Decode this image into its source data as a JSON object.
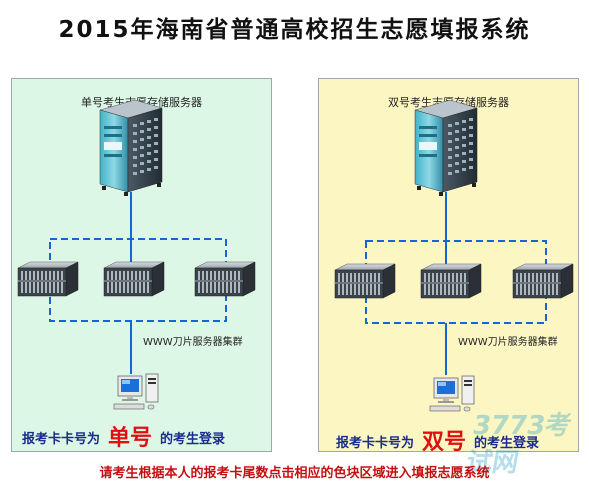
{
  "title": "2015年海南省普通高校招生志愿填报系统",
  "left_panel": {
    "server_label": "单号考生志愿存储服务器",
    "cluster_label": "WWW刀片服务器集群",
    "login_prefix": "报考卡卡号为",
    "login_highlight": "单号",
    "login_suffix": "的考生登录"
  },
  "right_panel": {
    "server_label": "双号考生志愿存储服务器",
    "cluster_label": "WWW刀片服务器集群",
    "login_prefix": "报考卡卡号为",
    "login_highlight": "双号",
    "login_suffix": "的考生登录"
  },
  "instruction": "请考生根据本人的报考卡尾数点击相应的色块区域进入填报志愿系统",
  "watermark": "3773考试网",
  "colors": {
    "left_bg": "#ddf7e6",
    "right_bg": "#fbf6c2",
    "link_blue": "#1565d8",
    "highlight_red": "#e01010",
    "instruction_red": "#c41010"
  },
  "icons": [
    "tower-server-icon",
    "blade-server-icon",
    "desktop-computer-icon"
  ]
}
